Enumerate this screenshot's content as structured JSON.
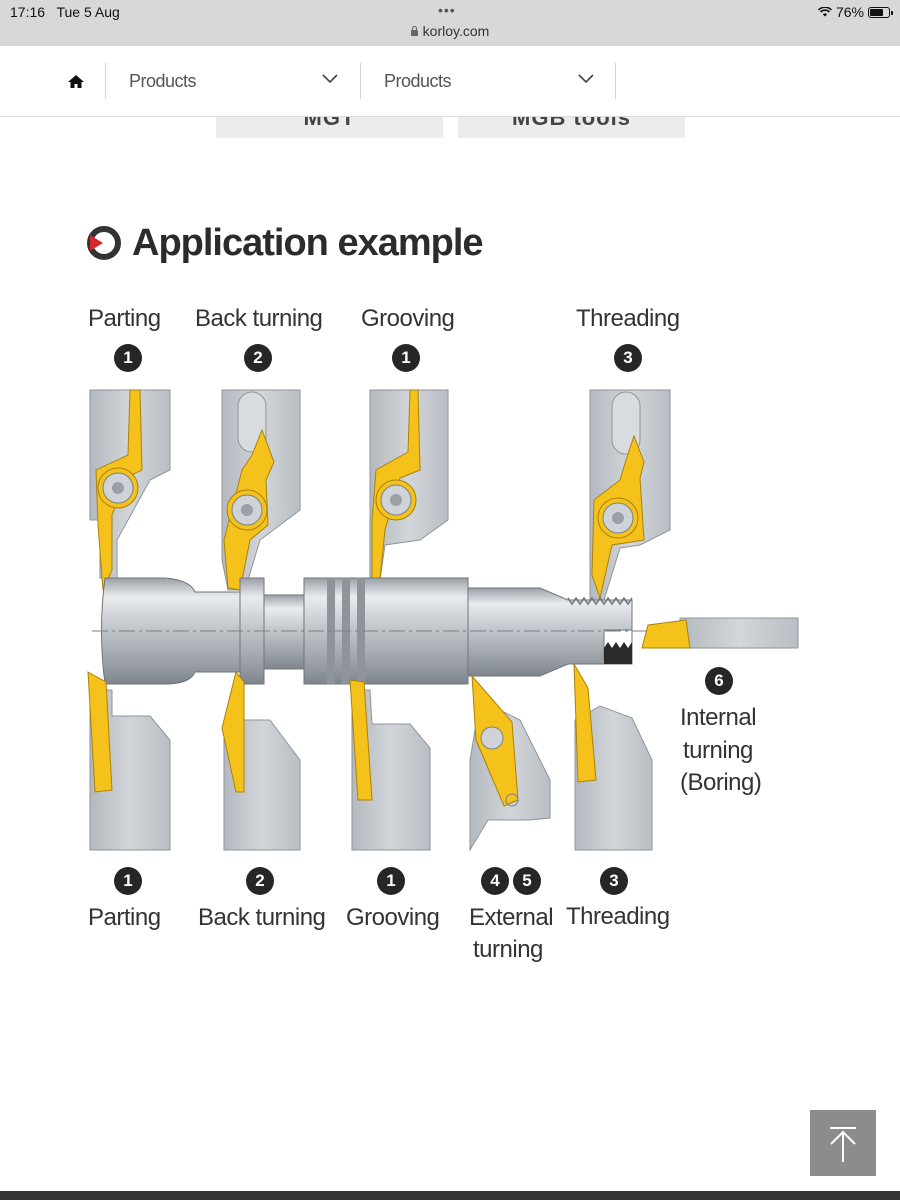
{
  "status_bar": {
    "time": "17:16",
    "date": "Tue 5 Aug",
    "url": "korloy.com",
    "battery": "76%",
    "battery_level": 0.76
  },
  "nav": {
    "dropdown_1": "Products",
    "dropdown_2": "Products"
  },
  "tabs": [
    "MGT",
    "MGB tools"
  ],
  "section": {
    "title": "Application example"
  },
  "diagram": {
    "top_labels": [
      {
        "text": "Parting",
        "num": "1"
      },
      {
        "text": "Back turning",
        "num": "2"
      },
      {
        "text": "Grooving",
        "num": "1"
      },
      {
        "text": "Threading",
        "num": "3"
      }
    ],
    "side_label": {
      "num": "6",
      "lines": [
        "Internal",
        "turning",
        "(Boring)"
      ]
    },
    "bottom_labels": [
      {
        "text": "Parting",
        "num": "1"
      },
      {
        "text": "Back turning",
        "num": "2"
      },
      {
        "text": "Grooving",
        "num": "1"
      },
      {
        "lines": [
          "External",
          "turning"
        ],
        "nums": [
          "4",
          "5"
        ]
      },
      {
        "text": "Threading",
        "num": "3"
      }
    ]
  },
  "colors": {
    "insert": "#f4c21b",
    "tool": "#c9cdd2",
    "badge": "#262626",
    "accent": "#d7282f"
  }
}
